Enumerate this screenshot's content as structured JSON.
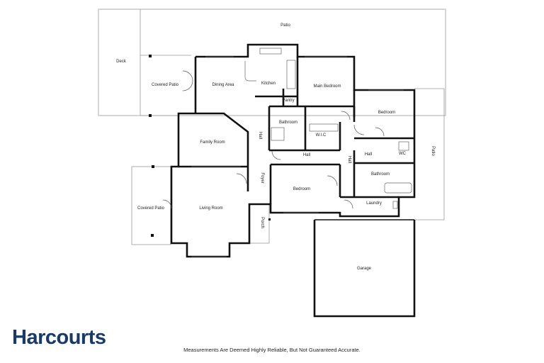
{
  "brand": {
    "name": "Harcourts",
    "color": "#173a6b"
  },
  "disclaimer": "Measurements Are Deemed Highly Reliable, But Not Guaranteed Accurate.",
  "rooms": {
    "patio_top": "Patio",
    "deck": "Deck",
    "covered_patio_top": "Covered Patio",
    "dining_area": "Dining Area",
    "kitchen": "Kitchen",
    "pantry": "Pantry",
    "main_bedroom": "Main Bedroom",
    "bedroom_right": "Bedroom",
    "bathroom_center": "Bathroom",
    "wic": "W.I.C",
    "family_room": "Family Room",
    "hall_left": "Hall",
    "hall_center": "Hall",
    "hall_vertical": "Hall",
    "hall_right": "Hall",
    "wc": "WC",
    "patio_right": "Patio",
    "bathroom_right": "Bathroom",
    "foyer": "Foyer",
    "bedroom_center": "Bedroom",
    "laundry": "Laundry",
    "covered_patio_left": "Covered Patio",
    "living_room": "Living Room",
    "porch": "Porch",
    "garage": "Garage"
  }
}
